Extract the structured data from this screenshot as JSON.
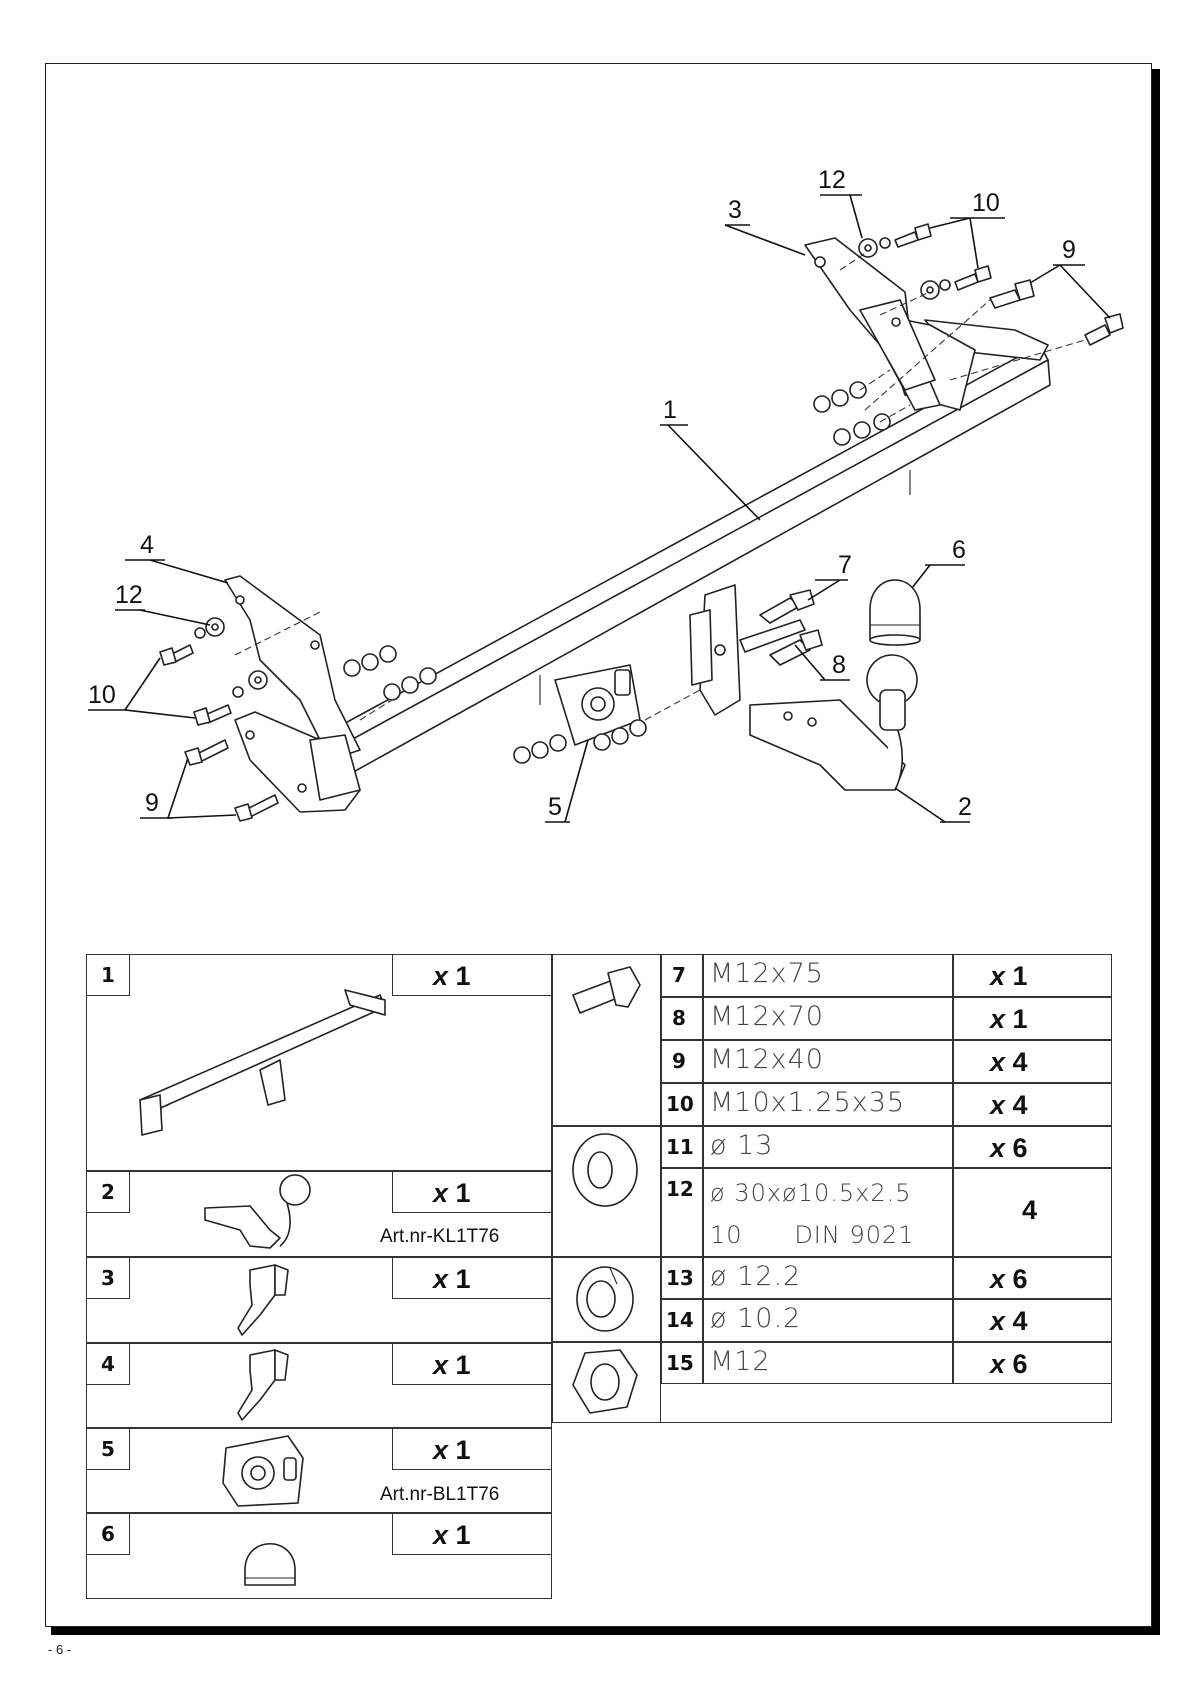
{
  "callouts": {
    "c1": "1",
    "c2": "2",
    "c3": "3",
    "c4": "4",
    "c5": "5",
    "c6": "6",
    "c7": "7",
    "c8": "8",
    "c9a": "9",
    "c9b": "9",
    "c10a": "10",
    "c10b": "10",
    "c12a": "12",
    "c12b": "12"
  },
  "parts_left": [
    {
      "num": "1",
      "qty_prefix": "x",
      "qty": "1",
      "art": ""
    },
    {
      "num": "2",
      "qty_prefix": "x",
      "qty": "1",
      "art": "Art.nr-KL1T76"
    },
    {
      "num": "3",
      "qty_prefix": "x",
      "qty": "1",
      "art": ""
    },
    {
      "num": "4",
      "qty_prefix": "x",
      "qty": "1",
      "art": ""
    },
    {
      "num": "5",
      "qty_prefix": "x",
      "qty": "1",
      "art": "Art.nr-BL1T76"
    },
    {
      "num": "6",
      "qty_prefix": "x",
      "qty": "1",
      "art": ""
    }
  ],
  "parts_right": [
    {
      "num": "7",
      "spec": "M12x75",
      "qty_prefix": "x",
      "qty": "1"
    },
    {
      "num": "8",
      "spec": "M12x70",
      "qty_prefix": "x",
      "qty": "1"
    },
    {
      "num": "9",
      "spec": "M12x40",
      "qty_prefix": "x",
      "qty": "4"
    },
    {
      "num": "10",
      "spec": "M10x1.25x35",
      "qty_prefix": "x",
      "qty": "4"
    },
    {
      "num": "11",
      "spec": "ø 13",
      "qty_prefix": "x",
      "qty": "6"
    },
    {
      "num": "12",
      "spec": "ø 30xø10.5x2.5",
      "spec2": "10      DIN 9021",
      "qty_prefix": "",
      "qty": "4"
    },
    {
      "num": "13",
      "spec": "ø 12.2",
      "qty_prefix": "x",
      "qty": "6"
    },
    {
      "num": "14",
      "spec": "ø 10.2",
      "qty_prefix": "x",
      "qty": "4"
    },
    {
      "num": "15",
      "spec": "M12",
      "qty_prefix": "x",
      "qty": "6"
    }
  ],
  "footer": {
    "page": "- 6 -"
  },
  "icons": {
    "bolt": "hex-bolt-icon",
    "washer": "flat-washer-icon",
    "spring": "spring-washer-icon",
    "nut": "hex-nut-icon"
  }
}
